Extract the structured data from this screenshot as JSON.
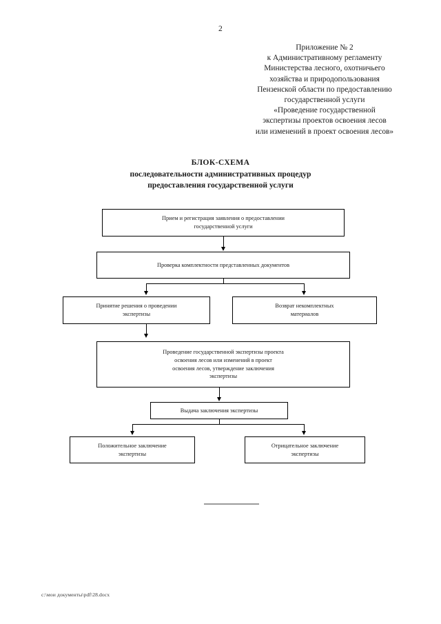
{
  "page": {
    "number": "2",
    "footer_path": "c:\\мои документы\\pdf\\28.docx"
  },
  "appendix": {
    "lines": [
      "Приложение № 2",
      "к Административному регламенту",
      "Министерства лесного, охотничьего",
      "хозяйства и природопользования",
      "Пензенской области по предоставлению",
      "государственной услуги",
      "«Проведение государственной",
      "экспертизы проектов освоения лесов",
      "или изменений в проект освоения лесов»"
    ]
  },
  "title": {
    "line1": "БЛОК-СХЕМА",
    "line2": "последовательности административных процедур",
    "line3": "предоставления государственной услуги"
  },
  "flowchart": {
    "type": "flowchart",
    "nodes": [
      {
        "id": "receive",
        "text": "Прием и регистрация заявления о предоставлении государственной услуги",
        "lines": [
          "Прием и регистрация заявления о предоставлении",
          "государственной услуги"
        ]
      },
      {
        "id": "check",
        "text": "Проверка комплектности представленных документов",
        "lines": [
          "Проверка комплектности представленных документов"
        ]
      },
      {
        "id": "decision",
        "text": "Принятие решения о проведении экспертизы",
        "lines": [
          "Принятие решения о проведении",
          "экспертизы"
        ]
      },
      {
        "id": "return",
        "text": "Возврат некомплектных материалов",
        "lines": [
          "Возврат некомплектных",
          "материалов"
        ]
      },
      {
        "id": "expertise",
        "text": "Проведение государственной экспертизы проекта освоения лесов или изменений в проект освоения лесов, утверждение заключения экспертизы",
        "lines": [
          "Проведение государственной экспертизы проекта",
          "освоения лесов или изменений в проект",
          "освоения лесов, утверждение заключения",
          "экспертизы"
        ]
      },
      {
        "id": "issue",
        "text": "Выдача заключения экспертизы",
        "lines": [
          "Выдача заключения экспертизы"
        ]
      },
      {
        "id": "positive",
        "text": "Положительное заключение экспертизы",
        "lines": [
          "Положительное  заключение",
          "экспертизы"
        ]
      },
      {
        "id": "negative",
        "text": "Отрицательное заключение экспертизы",
        "lines": [
          "Отрицательное заключение",
          "экспертизы"
        ]
      }
    ],
    "edges": [
      {
        "from": "receive",
        "to": "check"
      },
      {
        "from": "check",
        "to": "decision"
      },
      {
        "from": "check",
        "to": "return"
      },
      {
        "from": "decision",
        "to": "expertise"
      },
      {
        "from": "expertise",
        "to": "issue"
      },
      {
        "from": "issue",
        "to": "positive"
      },
      {
        "from": "issue",
        "to": "negative"
      }
    ]
  },
  "colors": {
    "line": "#000000",
    "text": "#1a1a1a",
    "rule": "#9a9a9a",
    "background": "#ffffff"
  }
}
